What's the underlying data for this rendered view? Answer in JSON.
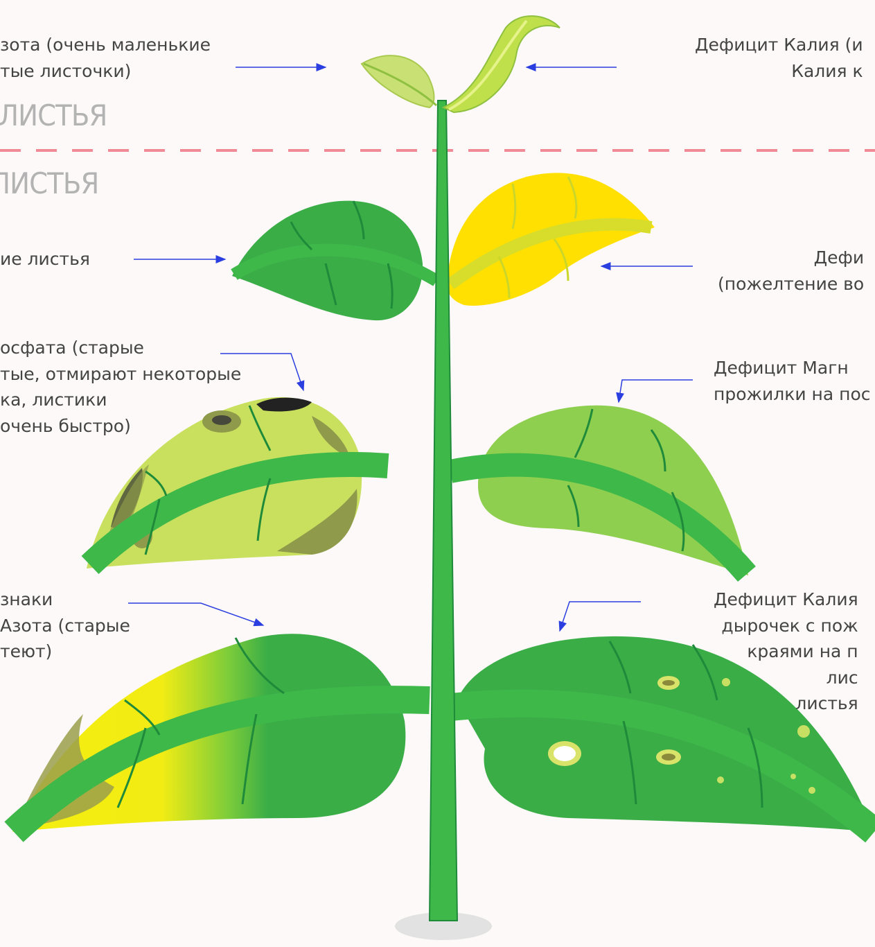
{
  "headings": {
    "upper": "ЛИСТЬЯ",
    "lower": "ЛИСТЬЯ"
  },
  "labels": {
    "top_left": "зота (очень маленькие\nтые листочки)",
    "top_right": "Дефицит Калия (и\nКалия к",
    "mid_left": "ие листья",
    "mid_right": "Дефи\n(пожелтение во",
    "phosphate": "осфата (старые\nтые, отмирают некоторые\nка, листики\nочень быстро)",
    "magnesium": "Дефицит Магн\nпрожилки на пос",
    "nitrogen": "знаки\nАзота (старые\nтеют)",
    "potassium": "Дефицит Калия\nдырочек с пож\nкраями на п\nлис\nлистья"
  },
  "colors": {
    "stem": "#3fb84a",
    "leaf_green": "#3aad47",
    "leaf_yellow": "#ffe000",
    "leaf_lightgreen": "#8fcf4f",
    "leaf_pale": "#c9e05f",
    "arrow": "#2b3ee0",
    "divider": "#f08a96",
    "heading": "#b3b3b3"
  }
}
